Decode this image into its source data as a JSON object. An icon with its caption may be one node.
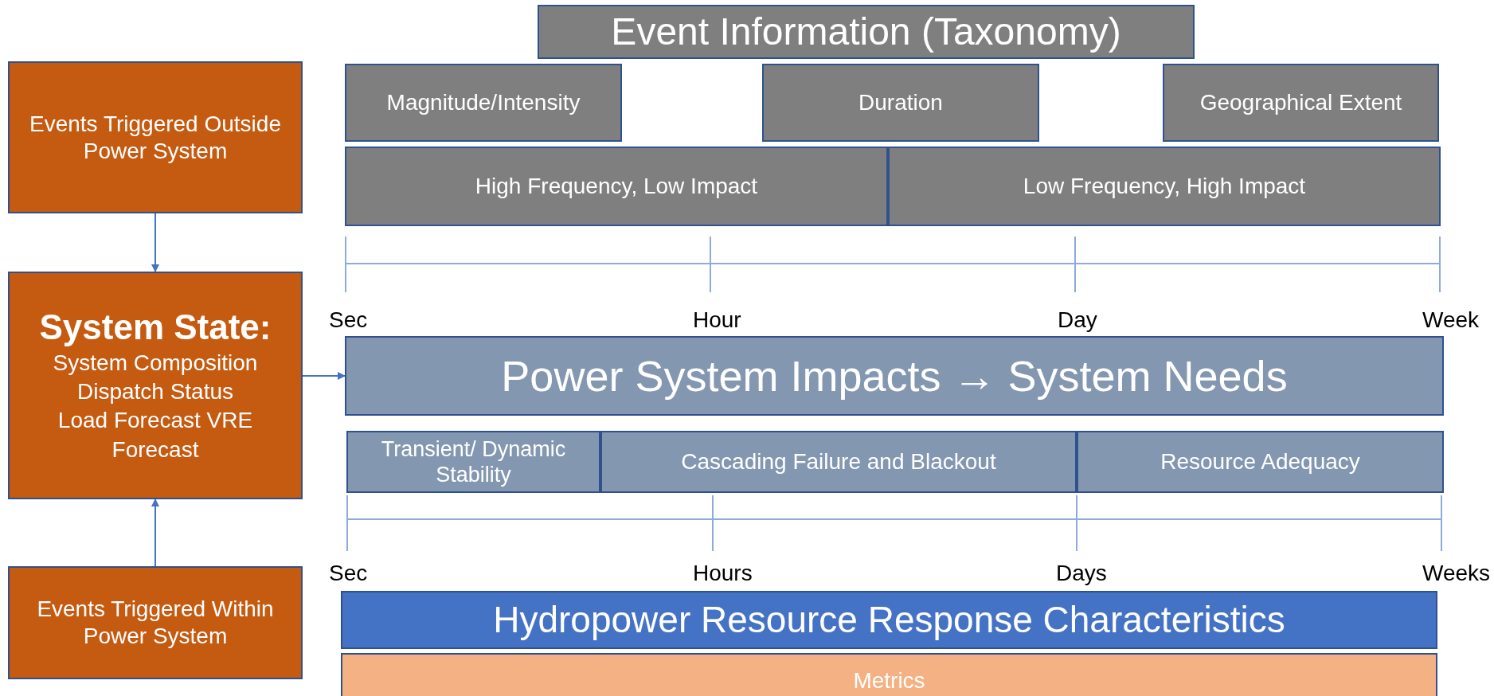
{
  "diagram": {
    "nodes": [
      {
        "text": [
          "Event Information (Taxonomy)"
        ]
      },
      {
        "text": [
          "Magnitude/Intensity"
        ]
      },
      {
        "text": [
          "Duration"
        ]
      },
      {
        "text": [
          "Geographical Extent"
        ]
      },
      {
        "text": [
          "High Frequency, Low Impact"
        ]
      },
      {
        "text": [
          "Low Frequency, High Impact"
        ]
      },
      {
        "text": [
          "Power System Impacts → System Needs"
        ]
      },
      {
        "text": [
          "Transient/ Dynamic Stability"
        ]
      },
      {
        "text": [
          "Cascading Failure and Blackout"
        ]
      },
      {
        "text": [
          "Resource Adequacy"
        ]
      },
      {
        "text": [
          "Hydropower Resource Response Characteristics"
        ]
      },
      {
        "text": [
          "Metrics"
        ]
      },
      {
        "text": [
          "Events Triggered Outside Power System"
        ]
      },
      {
        "text": [
          "System State:",
          "System Composition Dispatch Status Load Forecast VRE Forecast"
        ]
      },
      {
        "text": [
          "Events Triggered Within Power System"
        ]
      }
    ],
    "edges": [
      {
        "from": 12,
        "to": 13,
        "arrow": "to"
      },
      {
        "from": 14,
        "to": 13,
        "arrow": "to"
      },
      {
        "from": 13,
        "to": 6,
        "arrow": "to"
      }
    ],
    "labels": [
      "Sec",
      "Hour",
      "Day",
      "Week",
      "Sec",
      "Hours",
      "Days",
      "Weeks"
    ]
  }
}
